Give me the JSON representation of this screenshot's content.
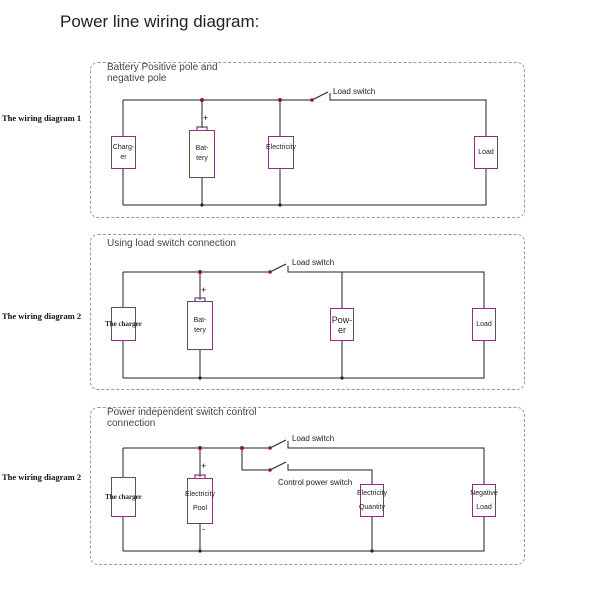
{
  "title": "Power line wiring diagram:",
  "diagrams": [
    {
      "label": "The wiring diagram 1",
      "caption": "Battery Positive pole and negative pole",
      "components": {
        "charger": "Charg-\ner",
        "battery": "Bat-\ntery",
        "electricity": "Electricity",
        "load": "Load"
      },
      "switch_label": "Load switch",
      "plus": "+"
    },
    {
      "label": "The wiring diagram 2",
      "caption": "Using load switch connection",
      "components": {
        "charger": "The charger",
        "battery": "Bat-\ntery",
        "power": "Pow-\ner",
        "load": "Load"
      },
      "switch_label": "Load switch",
      "plus": "+"
    },
    {
      "label": "The wiring diagram 2",
      "caption": "Power independent switch control\nconnection",
      "components": {
        "charger": "The charger",
        "battery": "Electricity\n\nPool",
        "quantity": "Electricity\n\nQuantity",
        "negative_load": "Negative\n\nLoad"
      },
      "switch_label": "Load switch",
      "control_switch_label": "Control power switch",
      "plus": "+",
      "minus": "-"
    }
  ]
}
